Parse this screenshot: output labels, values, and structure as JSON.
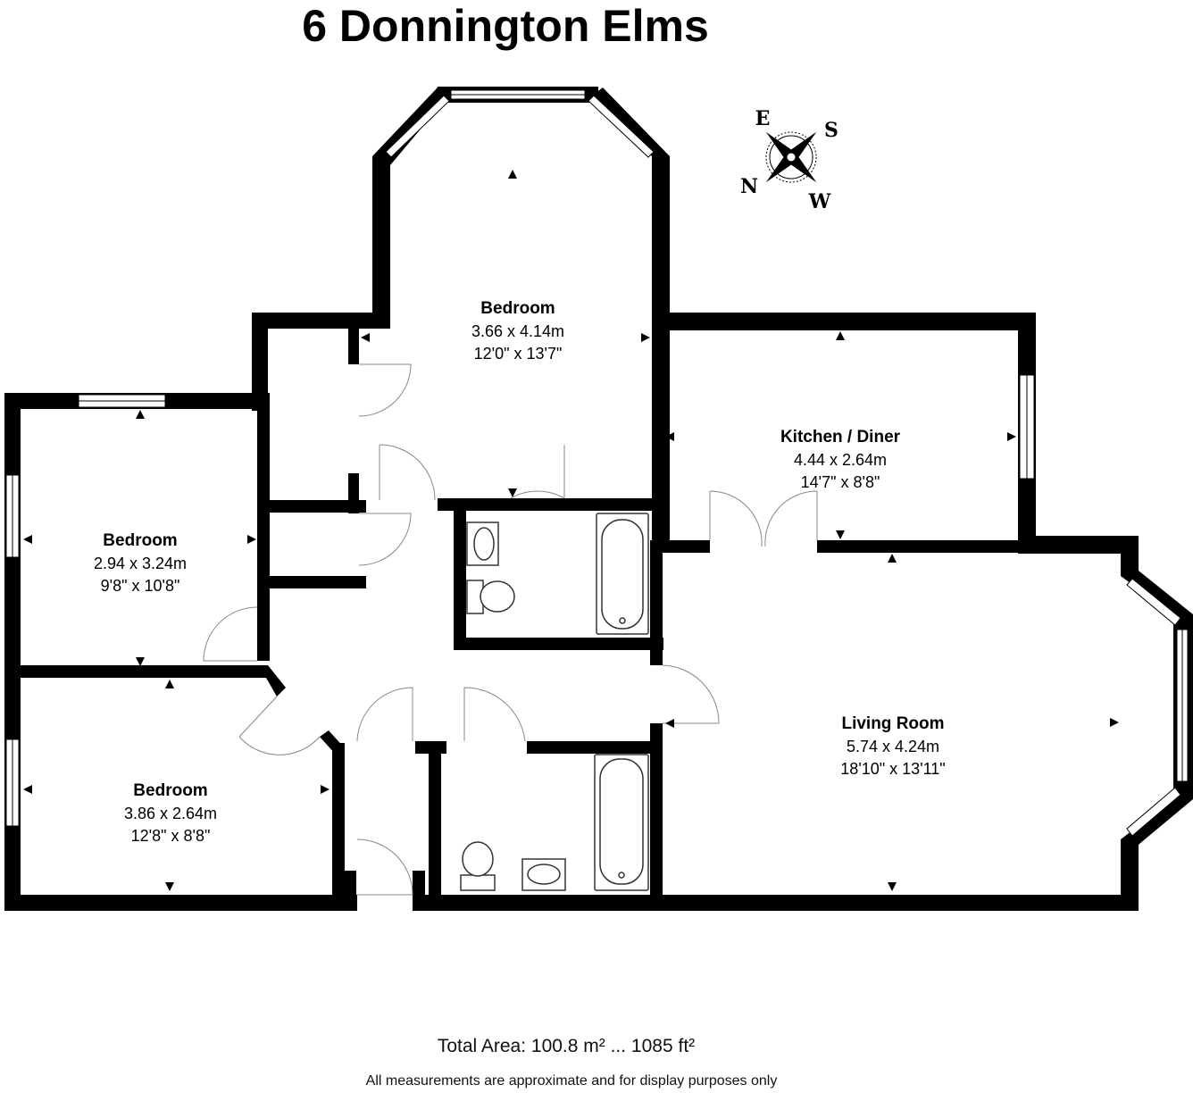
{
  "title": "6 Donnington Elms",
  "rooms": [
    {
      "name": "Bedroom",
      "metric": "3.66 x 4.14m",
      "imperial": "12'0\" x 13'7\""
    },
    {
      "name": "Kitchen / Diner",
      "metric": "4.44 x 2.64m",
      "imperial": "14'7\" x 8'8\""
    },
    {
      "name": "Bedroom",
      "metric": "2.94 x 3.24m",
      "imperial": "9'8\" x 10'8\""
    },
    {
      "name": "Living Room",
      "metric": "5.74 x 4.24m",
      "imperial": "18'10\" x 13'11\""
    },
    {
      "name": "Bedroom",
      "metric": "3.86 x 2.64m",
      "imperial": "12'8\" x 8'8\""
    }
  ],
  "compass": {
    "n": "N",
    "e": "E",
    "s": "S",
    "w": "W"
  },
  "footer": {
    "total_area": "Total Area: 100.8 m² ... 1085 ft²",
    "note": "All measurements are approximate and for display purposes only"
  },
  "colors": {
    "wall": "#000000",
    "background": "#ffffff",
    "fixture": "#333333"
  }
}
